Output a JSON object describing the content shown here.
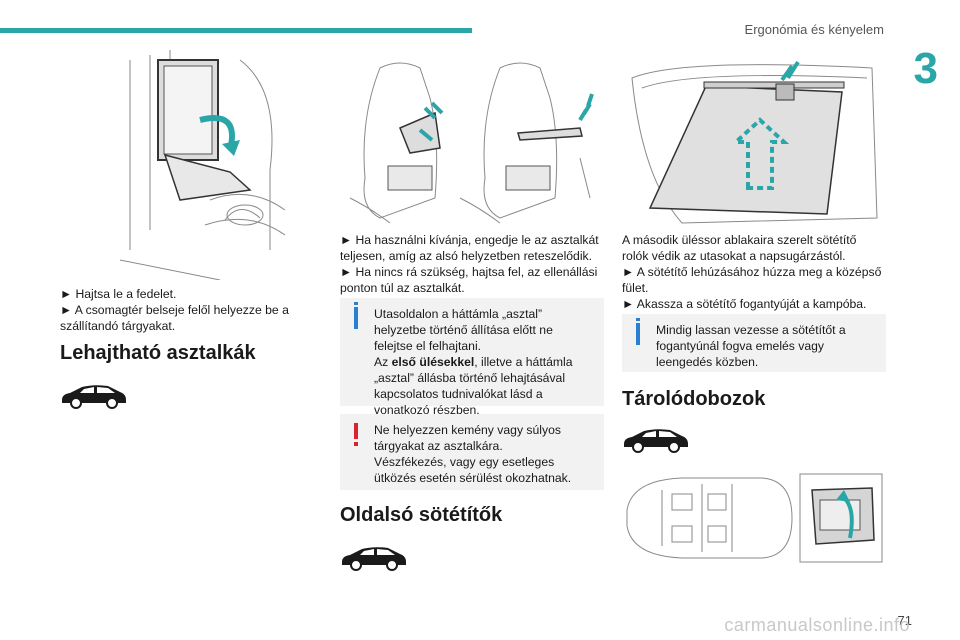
{
  "header": {
    "title": "Ergonómia és kényelem",
    "chapter": "3"
  },
  "col1": {
    "steps": [
      "► Hajtsa le a fedelet.",
      "► A csomagtér belseje felől helyezze be a szállítandó tárgyakat."
    ],
    "heading": "Lehajtható asztalkák"
  },
  "col2": {
    "steps": [
      "► Ha használni kívánja, engedje le az asztalkát teljesen, amíg az alsó helyzetben reteszelődik.",
      "► Ha nincs rá szükség, hajtsa fel, az ellenállási ponton túl az asztalkát."
    ],
    "info_note": {
      "line1": "Utasoldalon a háttámla „asztal” helyzetbe történő állítása előtt ne felejtse el felhajtani.",
      "line2_prefix": "Az ",
      "line2_bold": "első ülésekkel",
      "line2_suffix": ", illetve a háttámla „asztal” állásba történő lehajtásával kapcsolatos tudnivalókat lásd a vonatkozó részben."
    },
    "warn_note": {
      "line1": "Ne helyezzen kemény vagy súlyos tárgyakat az asztalkára.",
      "line2": "Vészfékezés, vagy egy esetleges ütközés esetén sérülést okozhatnak."
    },
    "heading": "Oldalsó sötétítők"
  },
  "col3": {
    "paragraph": "A második üléssor ablakaira szerelt sötétítő rolók védik az utasokat a napsugárzástól.",
    "steps": [
      "► A sötétítő lehúzásához húzza meg a középső fület.",
      "► Akassza a sötétítő fogantyúját a kampóba."
    ],
    "info_note": "Mindig lassan vezesse a sötétítőt a fogantyúnál fogva emelés vagy leengedés közben.",
    "heading": "Tárolódobozok"
  },
  "footer": {
    "page_number": "71",
    "watermark": "carmanualsonline.info"
  },
  "colors": {
    "accent": "#2aa6a8",
    "info": "#2a7fd4",
    "warning": "#d9232e"
  },
  "icons": [
    "car-silhouette-icon",
    "info-icon",
    "warning-icon"
  ]
}
